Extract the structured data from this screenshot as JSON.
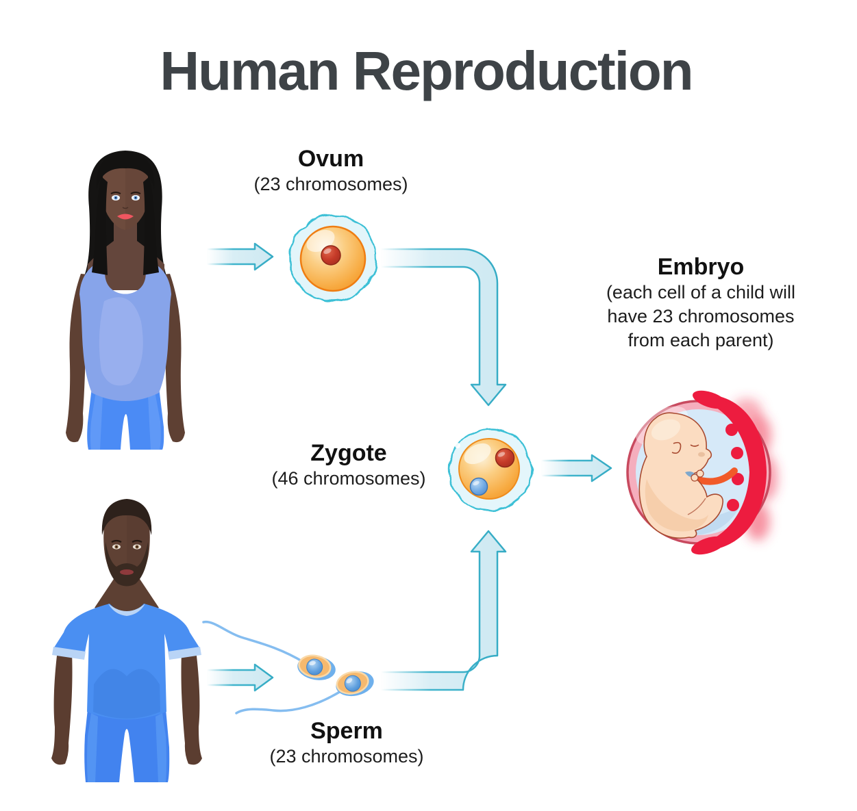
{
  "title": "Human Reproduction",
  "labels": {
    "ovum": {
      "name": "Ovum",
      "detail": "(23 chromosomes)"
    },
    "zygote": {
      "name": "Zygote",
      "detail": "(46 chromosomes)"
    },
    "sperm": {
      "name": "Sperm",
      "detail": "(23 chromosomes)"
    },
    "embryo": {
      "name": "Embryo",
      "detail_lines": [
        "(each cell of a child will",
        "have 23 chromosomes",
        "from each parent)"
      ]
    }
  },
  "figures": {
    "woman": "woman-illustration",
    "man": "man-illustration",
    "ovum_cell": "ovum-cell-illustration",
    "sperm_cells": "sperm-cells-illustration",
    "zygote_cell": "zygote-cell-illustration",
    "embryo_fetus": "embryo-fetus-illustration"
  },
  "flow": [
    "woman -> ovum",
    "ovum -> zygote",
    "man -> sperm",
    "sperm -> zygote",
    "zygote -> embryo"
  ],
  "colors": {
    "title_text": "#3e4347",
    "label_text": "#141414",
    "arrow_fill": "#d9eef5",
    "arrow_stroke": "#3fb4cc",
    "cell_membrane": "#e3f5fa",
    "cell_membrane_stroke": "#3cc0d6",
    "cell_body_orange": "#f7a93f",
    "nucleus_red": "#c43a28",
    "nucleus_blue": "#6fa8e3",
    "sperm_head_blue": "#4a8fd6",
    "sperm_halo_orange": "#f6b96e",
    "embryo_ring_pink": "#f5aebd",
    "embryo_ring_stroke": "#c84a5f",
    "embryo_fluid_blue": "#d6e9f8",
    "placenta_red": "#ed1c3f",
    "fetus_skin": "#fbdcc1",
    "woman_top_blue": "#87a4ea",
    "jeans_blue": "#4b8bf5",
    "man_shirt_blue": "#4a8ff2",
    "skin_brown": "#62443a"
  }
}
